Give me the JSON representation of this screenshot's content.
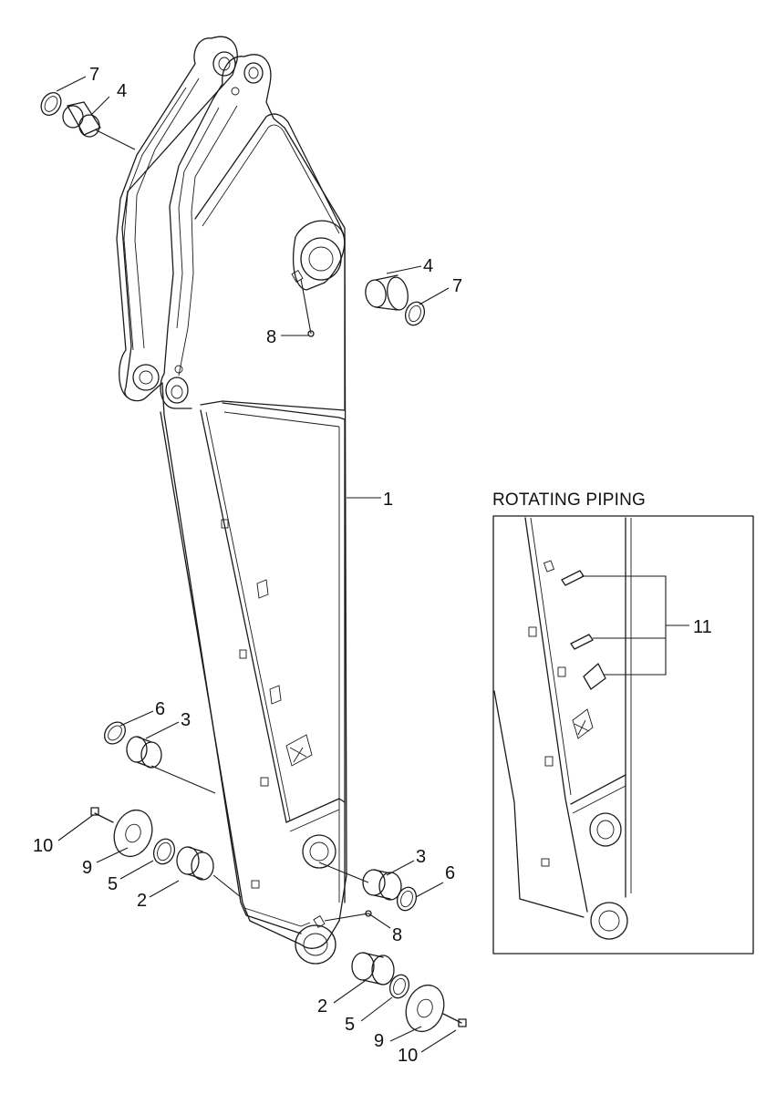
{
  "inset": {
    "title": "ROTATING PIPING"
  },
  "callouts": {
    "c1": "1",
    "c2a": "2",
    "c2b": "2",
    "c3a": "3",
    "c3b": "3",
    "c4a": "4",
    "c4b": "4",
    "c5a": "5",
    "c5b": "5",
    "c6a": "6",
    "c6b": "6",
    "c7a": "7",
    "c7b": "7",
    "c8a": "8",
    "c8b": "8",
    "c9a": "9",
    "c9b": "9",
    "c10a": "10",
    "c10b": "10",
    "c11": "11"
  }
}
